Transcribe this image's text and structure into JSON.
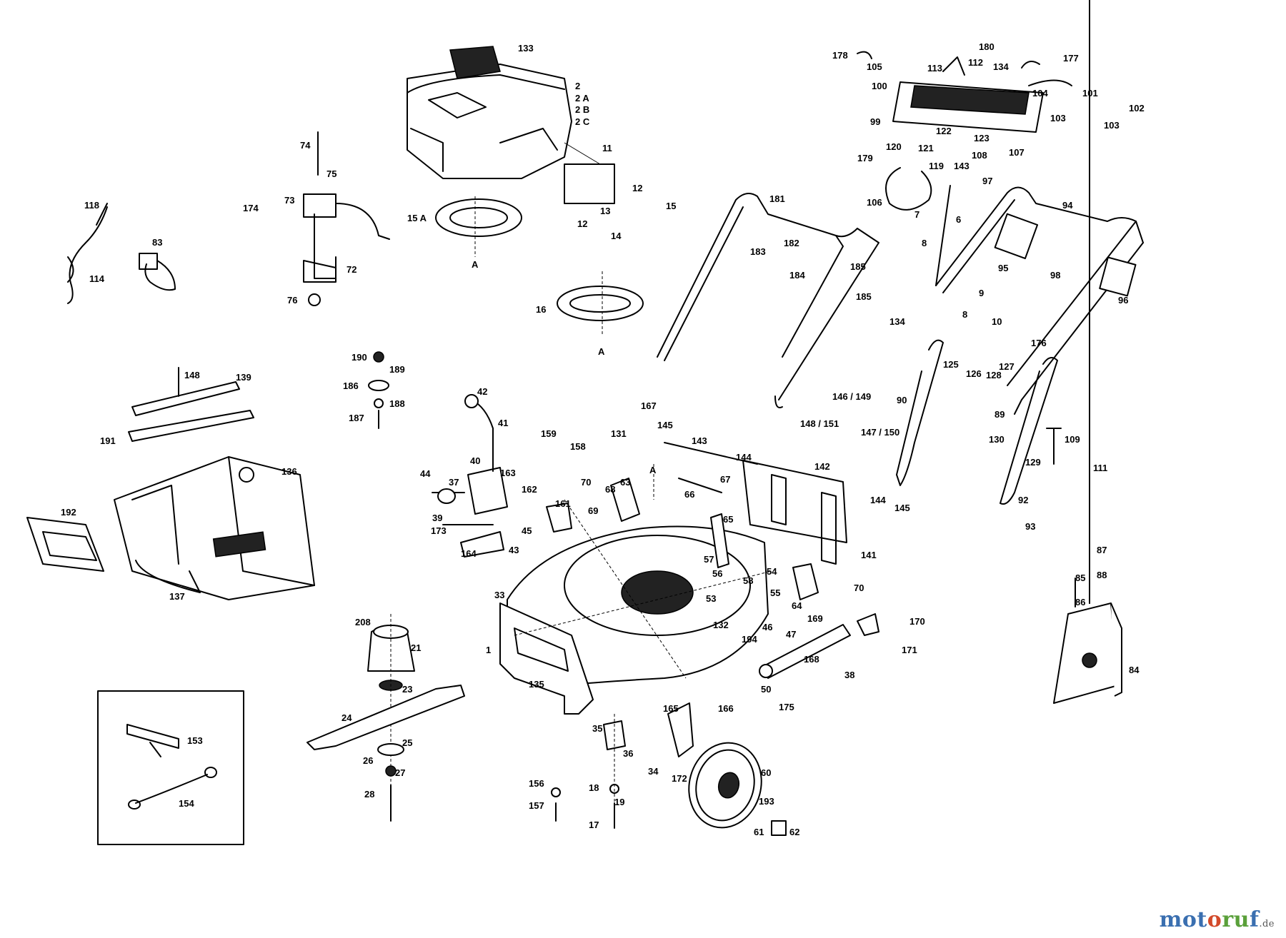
{
  "brand": {
    "part1": "mot",
    "part2": "o",
    "part3": "ru",
    "part4": "f",
    "suffix": ".de"
  },
  "labels": [
    {
      "id": "133",
      "t": "133"
    },
    {
      "id": "2",
      "t": "2"
    },
    {
      "id": "2A",
      "t": "2 A"
    },
    {
      "id": "2B",
      "t": "2 B"
    },
    {
      "id": "2C",
      "t": "2 C"
    },
    {
      "id": "11",
      "t": "11"
    },
    {
      "id": "12a",
      "t": "12"
    },
    {
      "id": "15a",
      "t": "15"
    },
    {
      "id": "12b",
      "t": "12"
    },
    {
      "id": "13",
      "t": "13"
    },
    {
      "id": "14",
      "t": "14"
    },
    {
      "id": "15A",
      "t": "15 A"
    },
    {
      "id": "A1",
      "t": "A"
    },
    {
      "id": "16",
      "t": "16"
    },
    {
      "id": "A2",
      "t": "A"
    },
    {
      "id": "74",
      "t": "74"
    },
    {
      "id": "75",
      "t": "75"
    },
    {
      "id": "73",
      "t": "73"
    },
    {
      "id": "174",
      "t": "174"
    },
    {
      "id": "72",
      "t": "72"
    },
    {
      "id": "76",
      "t": "76"
    },
    {
      "id": "118",
      "t": "118"
    },
    {
      "id": "114",
      "t": "114"
    },
    {
      "id": "83",
      "t": "83"
    },
    {
      "id": "178",
      "t": "178"
    },
    {
      "id": "105",
      "t": "105"
    },
    {
      "id": "113",
      "t": "113"
    },
    {
      "id": "180",
      "t": "180"
    },
    {
      "id": "112",
      "t": "112"
    },
    {
      "id": "134a",
      "t": "134"
    },
    {
      "id": "177",
      "t": "177"
    },
    {
      "id": "100",
      "t": "100"
    },
    {
      "id": "104",
      "t": "104"
    },
    {
      "id": "101",
      "t": "101"
    },
    {
      "id": "103a",
      "t": "103"
    },
    {
      "id": "102",
      "t": "102"
    },
    {
      "id": "103b",
      "t": "103"
    },
    {
      "id": "99",
      "t": "99"
    },
    {
      "id": "122",
      "t": "122"
    },
    {
      "id": "123",
      "t": "123"
    },
    {
      "id": "120",
      "t": "120"
    },
    {
      "id": "121",
      "t": "121"
    },
    {
      "id": "107",
      "t": "107"
    },
    {
      "id": "179",
      "t": "179"
    },
    {
      "id": "119",
      "t": "119"
    },
    {
      "id": "143a",
      "t": "143"
    },
    {
      "id": "108",
      "t": "108"
    },
    {
      "id": "97",
      "t": "97"
    },
    {
      "id": "106",
      "t": "106"
    },
    {
      "id": "7",
      "t": "7"
    },
    {
      "id": "6",
      "t": "6"
    },
    {
      "id": "8a",
      "t": "8"
    },
    {
      "id": "94",
      "t": "94"
    },
    {
      "id": "181",
      "t": "181"
    },
    {
      "id": "183",
      "t": "183"
    },
    {
      "id": "182",
      "t": "182"
    },
    {
      "id": "184",
      "t": "184"
    },
    {
      "id": "185a",
      "t": "185"
    },
    {
      "id": "185b",
      "t": "185"
    },
    {
      "id": "95",
      "t": "95"
    },
    {
      "id": "98",
      "t": "98"
    },
    {
      "id": "96",
      "t": "96"
    },
    {
      "id": "9",
      "t": "9"
    },
    {
      "id": "8b",
      "t": "8"
    },
    {
      "id": "10",
      "t": "10"
    },
    {
      "id": "134b",
      "t": "134"
    },
    {
      "id": "176",
      "t": "176"
    },
    {
      "id": "125",
      "t": "125"
    },
    {
      "id": "126",
      "t": "126"
    },
    {
      "id": "127",
      "t": "127"
    },
    {
      "id": "128",
      "t": "128"
    },
    {
      "id": "90",
      "t": "90"
    },
    {
      "id": "89",
      "t": "89"
    },
    {
      "id": "130",
      "t": "130"
    },
    {
      "id": "129",
      "t": "129"
    },
    {
      "id": "109",
      "t": "109"
    },
    {
      "id": "111",
      "t": "111"
    },
    {
      "id": "92",
      "t": "92"
    },
    {
      "id": "93",
      "t": "93"
    },
    {
      "id": "146",
      "t": "146 / 149"
    },
    {
      "id": "148",
      "t": "148 / 151"
    },
    {
      "id": "147",
      "t": "147 / 150"
    },
    {
      "id": "190",
      "t": "190"
    },
    {
      "id": "189",
      "t": "189"
    },
    {
      "id": "186",
      "t": "186"
    },
    {
      "id": "188",
      "t": "188"
    },
    {
      "id": "187",
      "t": "187"
    },
    {
      "id": "148b",
      "t": "148"
    },
    {
      "id": "139",
      "t": "139"
    },
    {
      "id": "191",
      "t": "191"
    },
    {
      "id": "136",
      "t": "136"
    },
    {
      "id": "192",
      "t": "192"
    },
    {
      "id": "137",
      "t": "137"
    },
    {
      "id": "42",
      "t": "42"
    },
    {
      "id": "41",
      "t": "41"
    },
    {
      "id": "40",
      "t": "40"
    },
    {
      "id": "163",
      "t": "163"
    },
    {
      "id": "44",
      "t": "44"
    },
    {
      "id": "37",
      "t": "37"
    },
    {
      "id": "162",
      "t": "162"
    },
    {
      "id": "39",
      "t": "39"
    },
    {
      "id": "173",
      "t": "173"
    },
    {
      "id": "45",
      "t": "45"
    },
    {
      "id": "164",
      "t": "164"
    },
    {
      "id": "43",
      "t": "43"
    },
    {
      "id": "161",
      "t": "161"
    },
    {
      "id": "159",
      "t": "159"
    },
    {
      "id": "158",
      "t": "158"
    },
    {
      "id": "131",
      "t": "131"
    },
    {
      "id": "167",
      "t": "167"
    },
    {
      "id": "145a",
      "t": "145"
    },
    {
      "id": "143b",
      "t": "143"
    },
    {
      "id": "144a",
      "t": "144"
    },
    {
      "id": "142",
      "t": "142"
    },
    {
      "id": "A3",
      "t": "A"
    },
    {
      "id": "70a",
      "t": "70"
    },
    {
      "id": "68",
      "t": "68"
    },
    {
      "id": "69",
      "t": "69"
    },
    {
      "id": "63",
      "t": "63"
    },
    {
      "id": "67",
      "t": "67"
    },
    {
      "id": "66",
      "t": "66"
    },
    {
      "id": "144b",
      "t": "144"
    },
    {
      "id": "145b",
      "t": "145"
    },
    {
      "id": "141",
      "t": "141"
    },
    {
      "id": "65",
      "t": "65"
    },
    {
      "id": "57",
      "t": "57"
    },
    {
      "id": "56",
      "t": "56"
    },
    {
      "id": "58",
      "t": "58"
    },
    {
      "id": "54",
      "t": "54"
    },
    {
      "id": "53",
      "t": "53"
    },
    {
      "id": "55",
      "t": "55"
    },
    {
      "id": "64",
      "t": "64"
    },
    {
      "id": "70b",
      "t": "70"
    },
    {
      "id": "169",
      "t": "169"
    },
    {
      "id": "132",
      "t": "132"
    },
    {
      "id": "194",
      "t": "194"
    },
    {
      "id": "46",
      "t": "46"
    },
    {
      "id": "47",
      "t": "47"
    },
    {
      "id": "170",
      "t": "170"
    },
    {
      "id": "171",
      "t": "171"
    },
    {
      "id": "168",
      "t": "168"
    },
    {
      "id": "38",
      "t": "38"
    },
    {
      "id": "33",
      "t": "33"
    },
    {
      "id": "208",
      "t": "208"
    },
    {
      "id": "21",
      "t": "21"
    },
    {
      "id": "1",
      "t": "1"
    },
    {
      "id": "135",
      "t": "135"
    },
    {
      "id": "23",
      "t": "23"
    },
    {
      "id": "24",
      "t": "24"
    },
    {
      "id": "25",
      "t": "25"
    },
    {
      "id": "26",
      "t": "26"
    },
    {
      "id": "27",
      "t": "27"
    },
    {
      "id": "28",
      "t": "28"
    },
    {
      "id": "50a",
      "t": "50"
    },
    {
      "id": "175",
      "t": "175"
    },
    {
      "id": "165",
      "t": "165"
    },
    {
      "id": "166",
      "t": "166"
    },
    {
      "id": "35",
      "t": "35"
    },
    {
      "id": "36",
      "t": "36"
    },
    {
      "id": "34",
      "t": "34"
    },
    {
      "id": "172",
      "t": "172"
    },
    {
      "id": "60",
      "t": "60"
    },
    {
      "id": "156",
      "t": "156"
    },
    {
      "id": "157",
      "t": "157"
    },
    {
      "id": "18",
      "t": "18"
    },
    {
      "id": "19",
      "t": "19"
    },
    {
      "id": "17",
      "t": "17"
    },
    {
      "id": "193",
      "t": "193"
    },
    {
      "id": "61",
      "t": "61"
    },
    {
      "id": "62",
      "t": "62"
    },
    {
      "id": "153",
      "t": "153"
    },
    {
      "id": "154",
      "t": "154"
    },
    {
      "id": "87",
      "t": "87"
    },
    {
      "id": "85",
      "t": "85"
    },
    {
      "id": "88",
      "t": "88"
    },
    {
      "id": "86",
      "t": "86"
    },
    {
      "id": "84",
      "t": "84"
    }
  ]
}
